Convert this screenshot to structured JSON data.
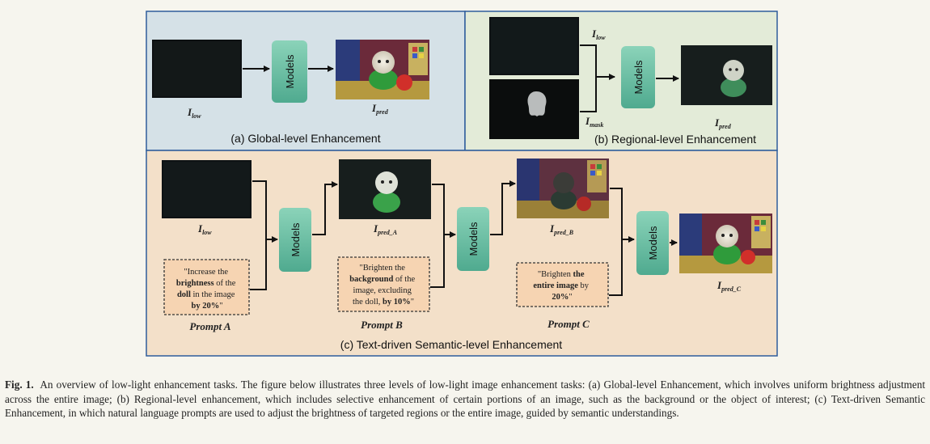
{
  "panels": {
    "global": {
      "title": "(a) Global-level Enhancement"
    },
    "regional": {
      "title": "(b) Regional-level Enhancement"
    },
    "semantic": {
      "title": "(c) Text-driven Semantic-level Enhancement"
    }
  },
  "labels": {
    "i_letter": "I",
    "low": "low",
    "pred": "pred",
    "mask": "mask",
    "pred_a": "pred_A",
    "pred_b": "pred_B",
    "pred_c": "pred_C"
  },
  "models_label": "Models",
  "prompts": {
    "a": {
      "label": "Prompt A",
      "lines": [
        [
          "\"Increase the"
        ],
        [
          "brightness",
          " of the"
        ],
        [
          "doll",
          " in the image"
        ],
        [
          "by 20%",
          "\""
        ]
      ],
      "bold": [
        [
          false
        ],
        [
          true,
          false
        ],
        [
          true,
          false
        ],
        [
          true,
          false
        ]
      ]
    },
    "b": {
      "label": "Prompt B",
      "lines": [
        [
          "\"Brighten the"
        ],
        [
          "background",
          " of the"
        ],
        [
          "image, excluding"
        ],
        [
          "the doll, ",
          "by 10%",
          "\""
        ]
      ],
      "bold": [
        [
          false
        ],
        [
          true,
          false
        ],
        [
          false
        ],
        [
          false,
          true,
          false
        ]
      ]
    },
    "c": {
      "label": "Prompt C",
      "lines": [
        [
          "\"Brighten ",
          "the"
        ],
        [
          "entire image",
          " by"
        ],
        [
          "20%",
          "\""
        ]
      ],
      "bold": [
        [
          false,
          true
        ],
        [
          true,
          false
        ],
        [
          true,
          false
        ]
      ]
    }
  },
  "caption": {
    "fig_label": "Fig. 1.",
    "text": "An overview of low-light enhancement tasks. The figure below illustrates three levels of low-light image enhancement tasks: (a) Global-level Enhancement, which involves uniform brightness adjustment across the entire image; (b) Regional-level enhancement, which includes selective enhancement of certain portions of an image, such as the background or the object of interest; (c) Text-driven Semantic Enhancement, in which natural language prompts are used to adjust the brightness of targeted regions or the entire image, guided by semantic understandings."
  },
  "colors": {
    "panel_a_bg": "#d5e1e7",
    "panel_b_bg": "#e3ebd8",
    "panel_c_bg": "#f3e0c9",
    "border": "#2e5d9c",
    "model_box": "#6cc3a7",
    "prompt_box": "#f6d4b2"
  }
}
